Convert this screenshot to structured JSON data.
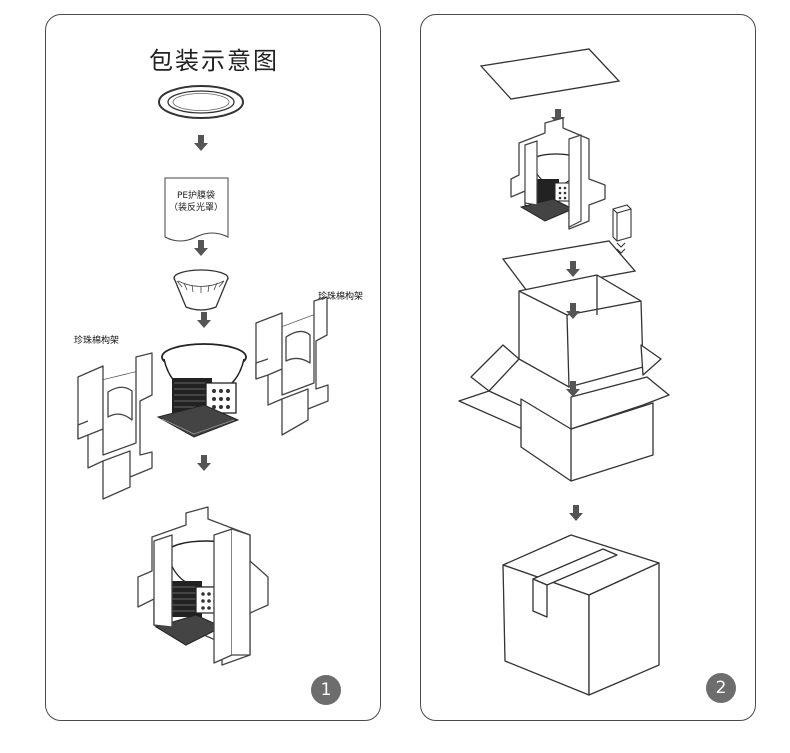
{
  "panel1": {
    "title": "包装示意图",
    "pe_bag_line1": "PE护膜袋",
    "pe_bag_line2": "（装反光罩）",
    "foam_label_left": "珍珠棉构架",
    "foam_label_right": "珍珠棉构架",
    "step_number": "1"
  },
  "panel2": {
    "step_number": "2"
  },
  "colors": {
    "stroke": "#333333",
    "arrow": "#555555",
    "badge": "#6d6d6d"
  },
  "icons": [
    "down-arrow-icon",
    "ring-icon",
    "reflector-icon",
    "lamp-icon",
    "foam-frame-icon",
    "box-icon",
    "sheet-icon"
  ]
}
